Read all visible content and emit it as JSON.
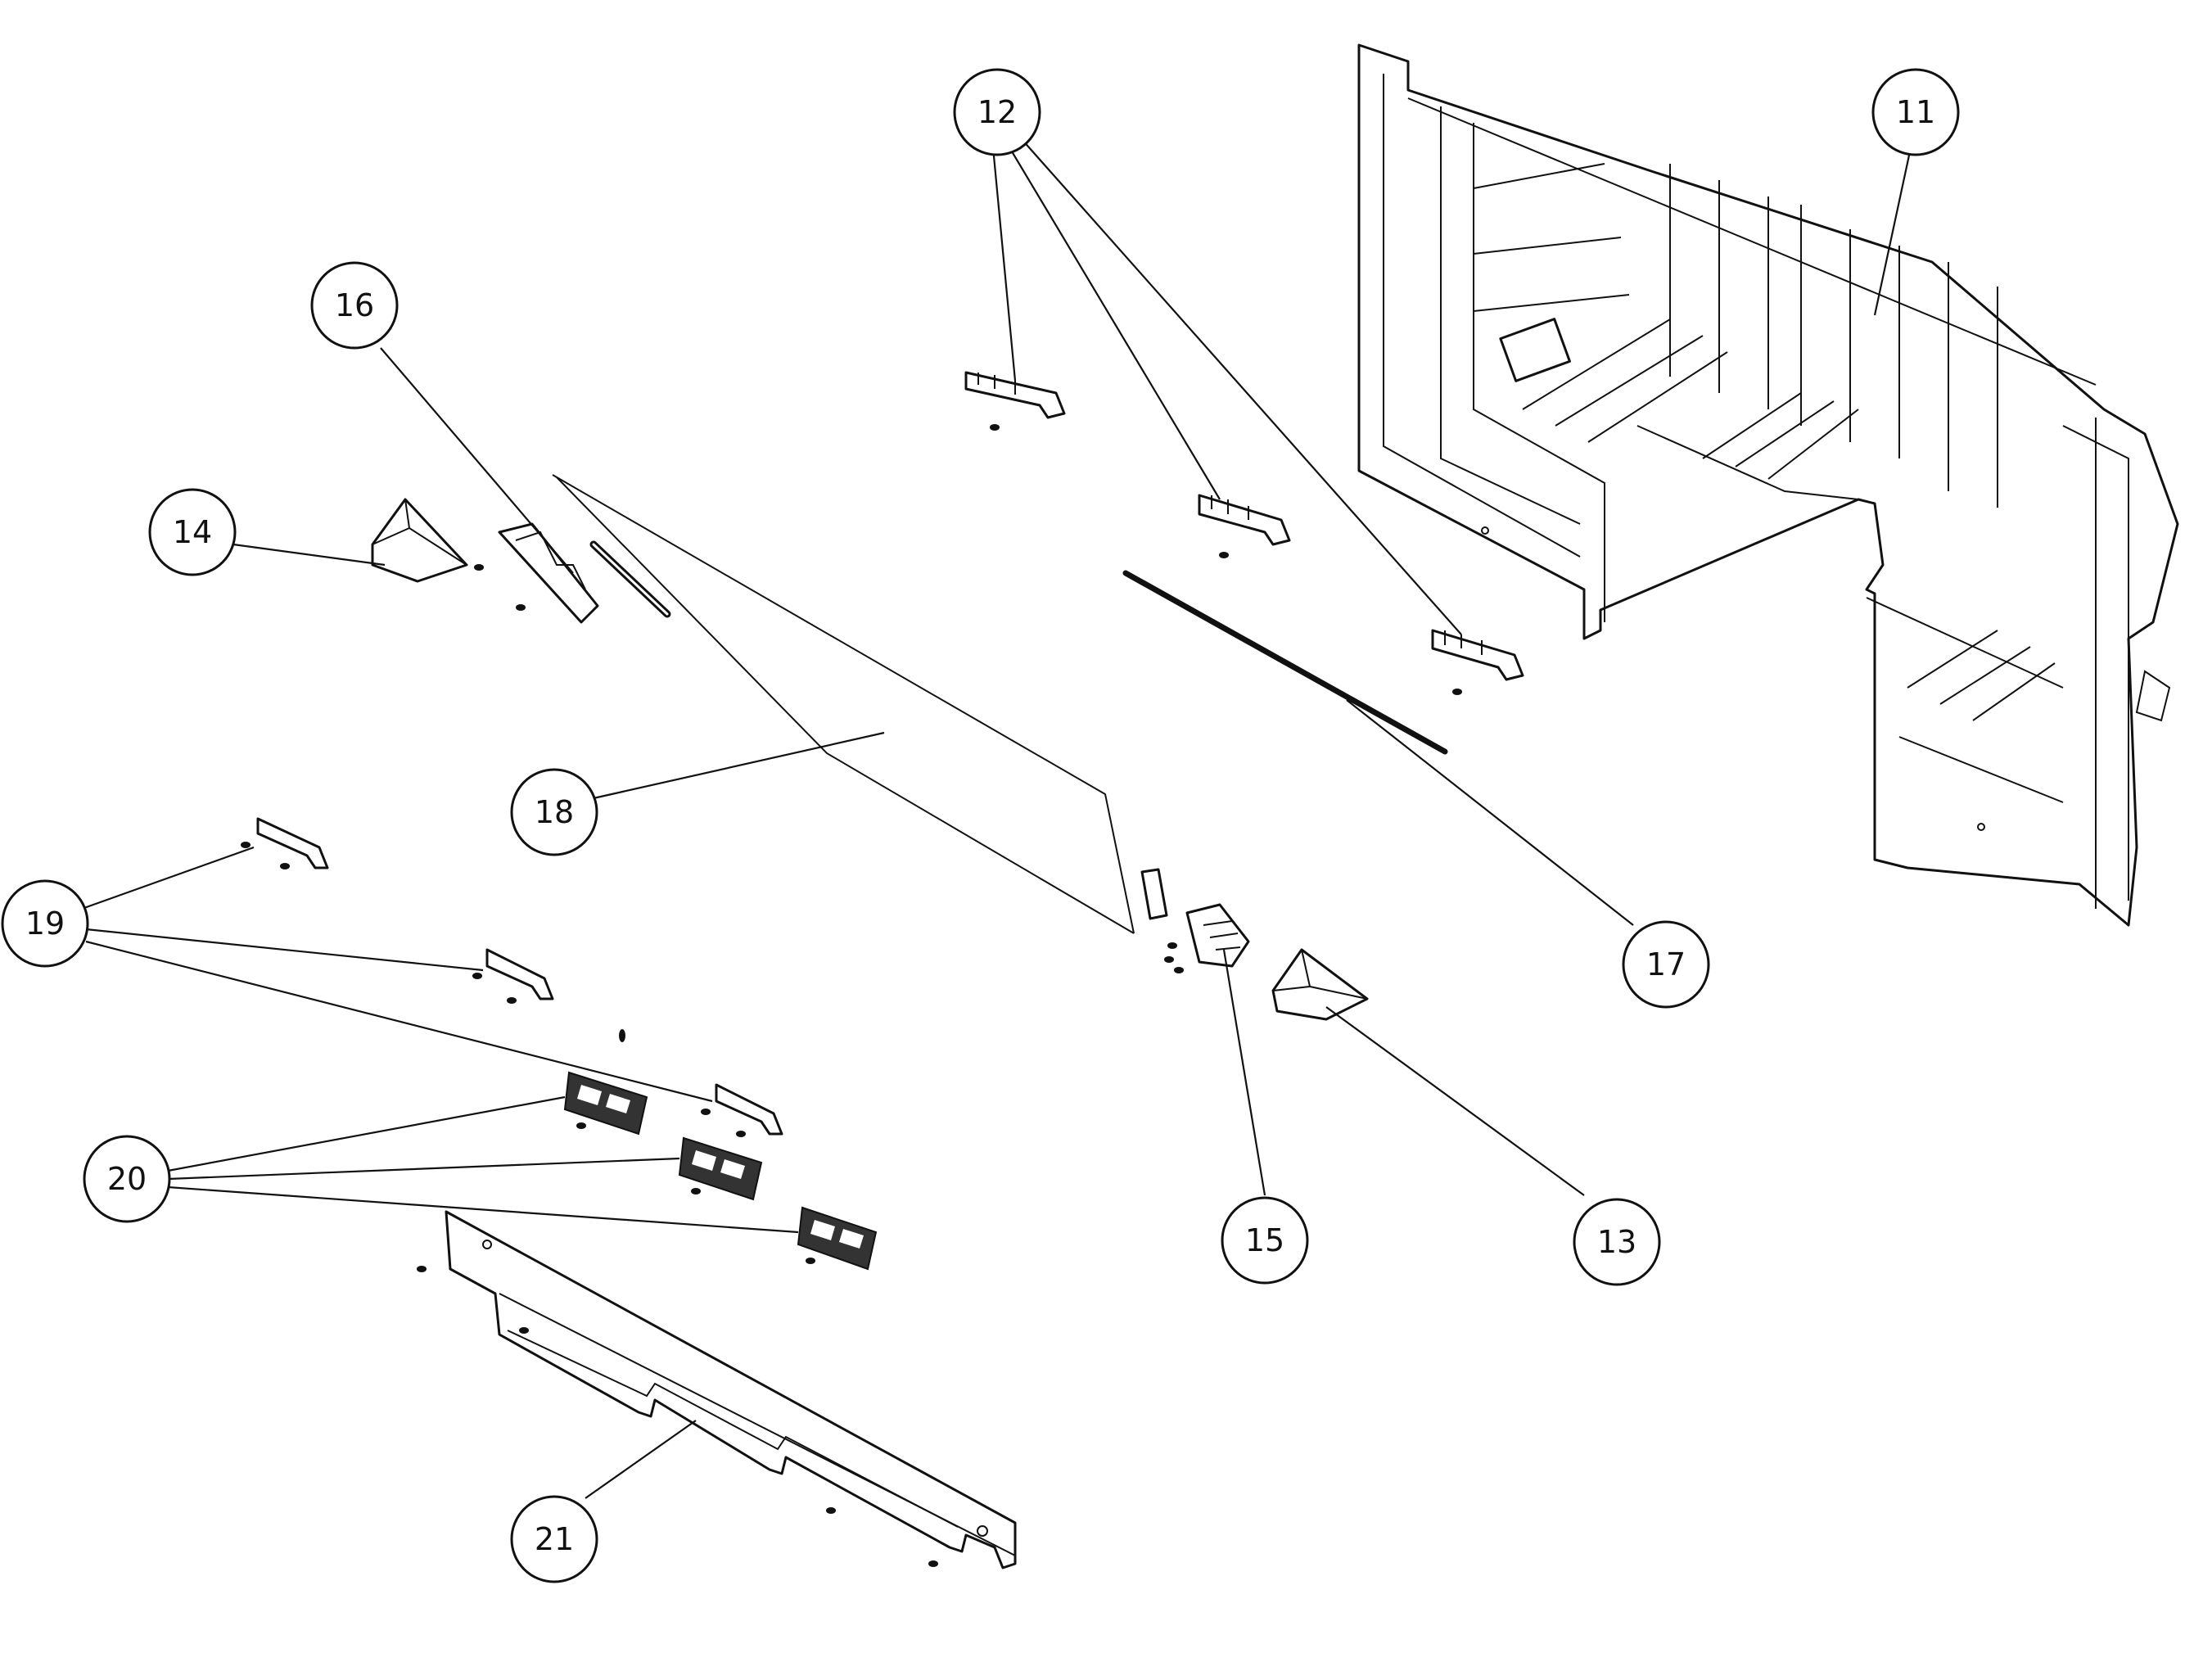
{
  "callouts": {
    "c11": "11",
    "c12": "12",
    "c13": "13",
    "c14": "14",
    "c15": "15",
    "c16": "16",
    "c17": "17",
    "c18": "18",
    "c19": "19",
    "c20": "20",
    "c21": "21"
  },
  "colors": {
    "line": "#111111",
    "background": "#ffffff"
  }
}
